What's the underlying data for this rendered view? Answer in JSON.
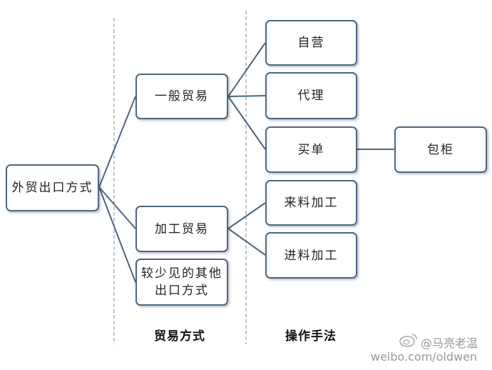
{
  "diagram": {
    "nodes": {
      "root": "外贸出口方式",
      "general_trade": "一般贸易",
      "processing_trade": "加工贸易",
      "other": "较少见的其他\n出口方式",
      "self_operated": "自营",
      "agency": "代理",
      "buy_documents": "买单",
      "container": "包柜",
      "supplied_materials": "来料加工",
      "imported_materials": "进料加工"
    },
    "columns": {
      "trade_method": "贸易方式",
      "operation_method": "操作手法"
    }
  },
  "watermark": {
    "handle": "@马亮老温",
    "url": "weibo.com/oldwen"
  },
  "colors": {
    "border": "#4a6785",
    "connector": "#4a6785",
    "divider": "#888888",
    "watermark": "#999999"
  },
  "icons": {
    "weibo": "weibo-icon"
  }
}
